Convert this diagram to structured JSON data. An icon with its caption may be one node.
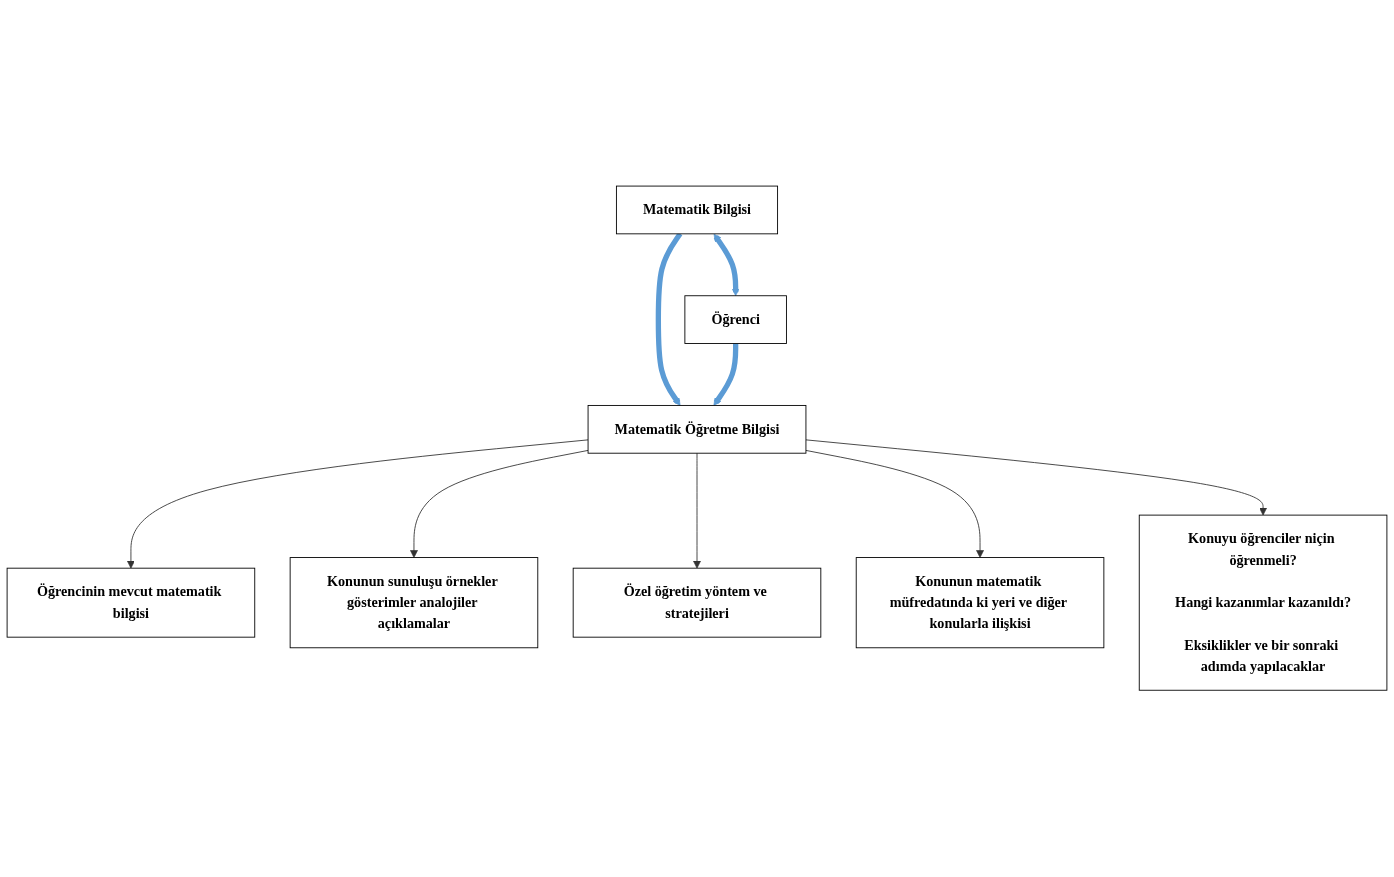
{
  "diagram": {
    "nodes": [
      {
        "text": [
          "Matematik Bilgisi"
        ]
      },
      {
        "text": [
          "Öğrenci"
        ]
      },
      {
        "text": [
          "Matematik Öğretme Bilgisi"
        ]
      },
      {
        "text": [
          "Öğrencinin mevcut matematik bilgisi"
        ]
      },
      {
        "text": [
          "Konunun sunuluşu örnekler gösterimler analojiler açıklamalar"
        ]
      },
      {
        "text": [
          "Özel öğretim yöntem ve stratejileri"
        ]
      },
      {
        "text": [
          "Konunun matematik müfredatında ki yeri ve diğer konularla ilişkisi"
        ]
      },
      {
        "text": [
          "Konuyu öğrenciler niçin öğrenmeli?",
          "Hangi kazanımlar kazanıldı?",
          "Eksiklikler ve bir sonraki adımda yapılacaklar"
        ]
      }
    ],
    "edges": [
      {
        "from": 0,
        "to": 1,
        "arrow": "both",
        "style": "thick",
        "color": "#5b9bd5"
      },
      {
        "from": 0,
        "to": 2,
        "arrow": "to",
        "style": "thick",
        "color": "#5b9bd5"
      },
      {
        "from": 1,
        "to": 2,
        "arrow": "to",
        "style": "thick",
        "color": "#5b9bd5"
      },
      {
        "from": 2,
        "to": 3,
        "arrow": "to"
      },
      {
        "from": 2,
        "to": 4,
        "arrow": "to"
      },
      {
        "from": 2,
        "to": 5,
        "arrow": "to"
      },
      {
        "from": 2,
        "to": 6,
        "arrow": "to"
      },
      {
        "from": 2,
        "to": 7,
        "arrow": "to"
      }
    ]
  }
}
